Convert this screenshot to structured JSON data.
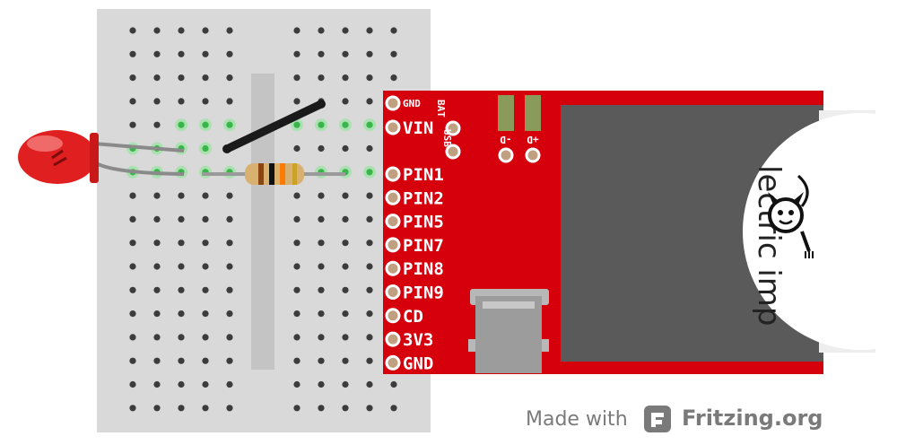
{
  "board": {
    "pins": [
      "GND",
      "VIN",
      "PIN1",
      "PIN2",
      "PIN5",
      "PIN7",
      "PIN8",
      "PIN9",
      "CD",
      "3V3",
      "GND"
    ],
    "side_pins": [
      "BAT",
      "USB"
    ],
    "pads": [
      "-D",
      "+D"
    ]
  },
  "module_logo_text": "lectric imp",
  "footer": {
    "made_with": "Made with",
    "brand": "Fritzing.org"
  },
  "colors": {
    "breadboard": "#d9d9d9",
    "hole": "#3c3c3c",
    "connected_hole": "#39b54a",
    "board": "#d6000d",
    "card": "#5a5a5a",
    "led": "#e02020",
    "wire": "#1a1a1a",
    "resistor_body": "#d8b070"
  },
  "icons": {
    "fritzing": "fritzing-logo-icon",
    "imp": "imp-devil-icon"
  }
}
